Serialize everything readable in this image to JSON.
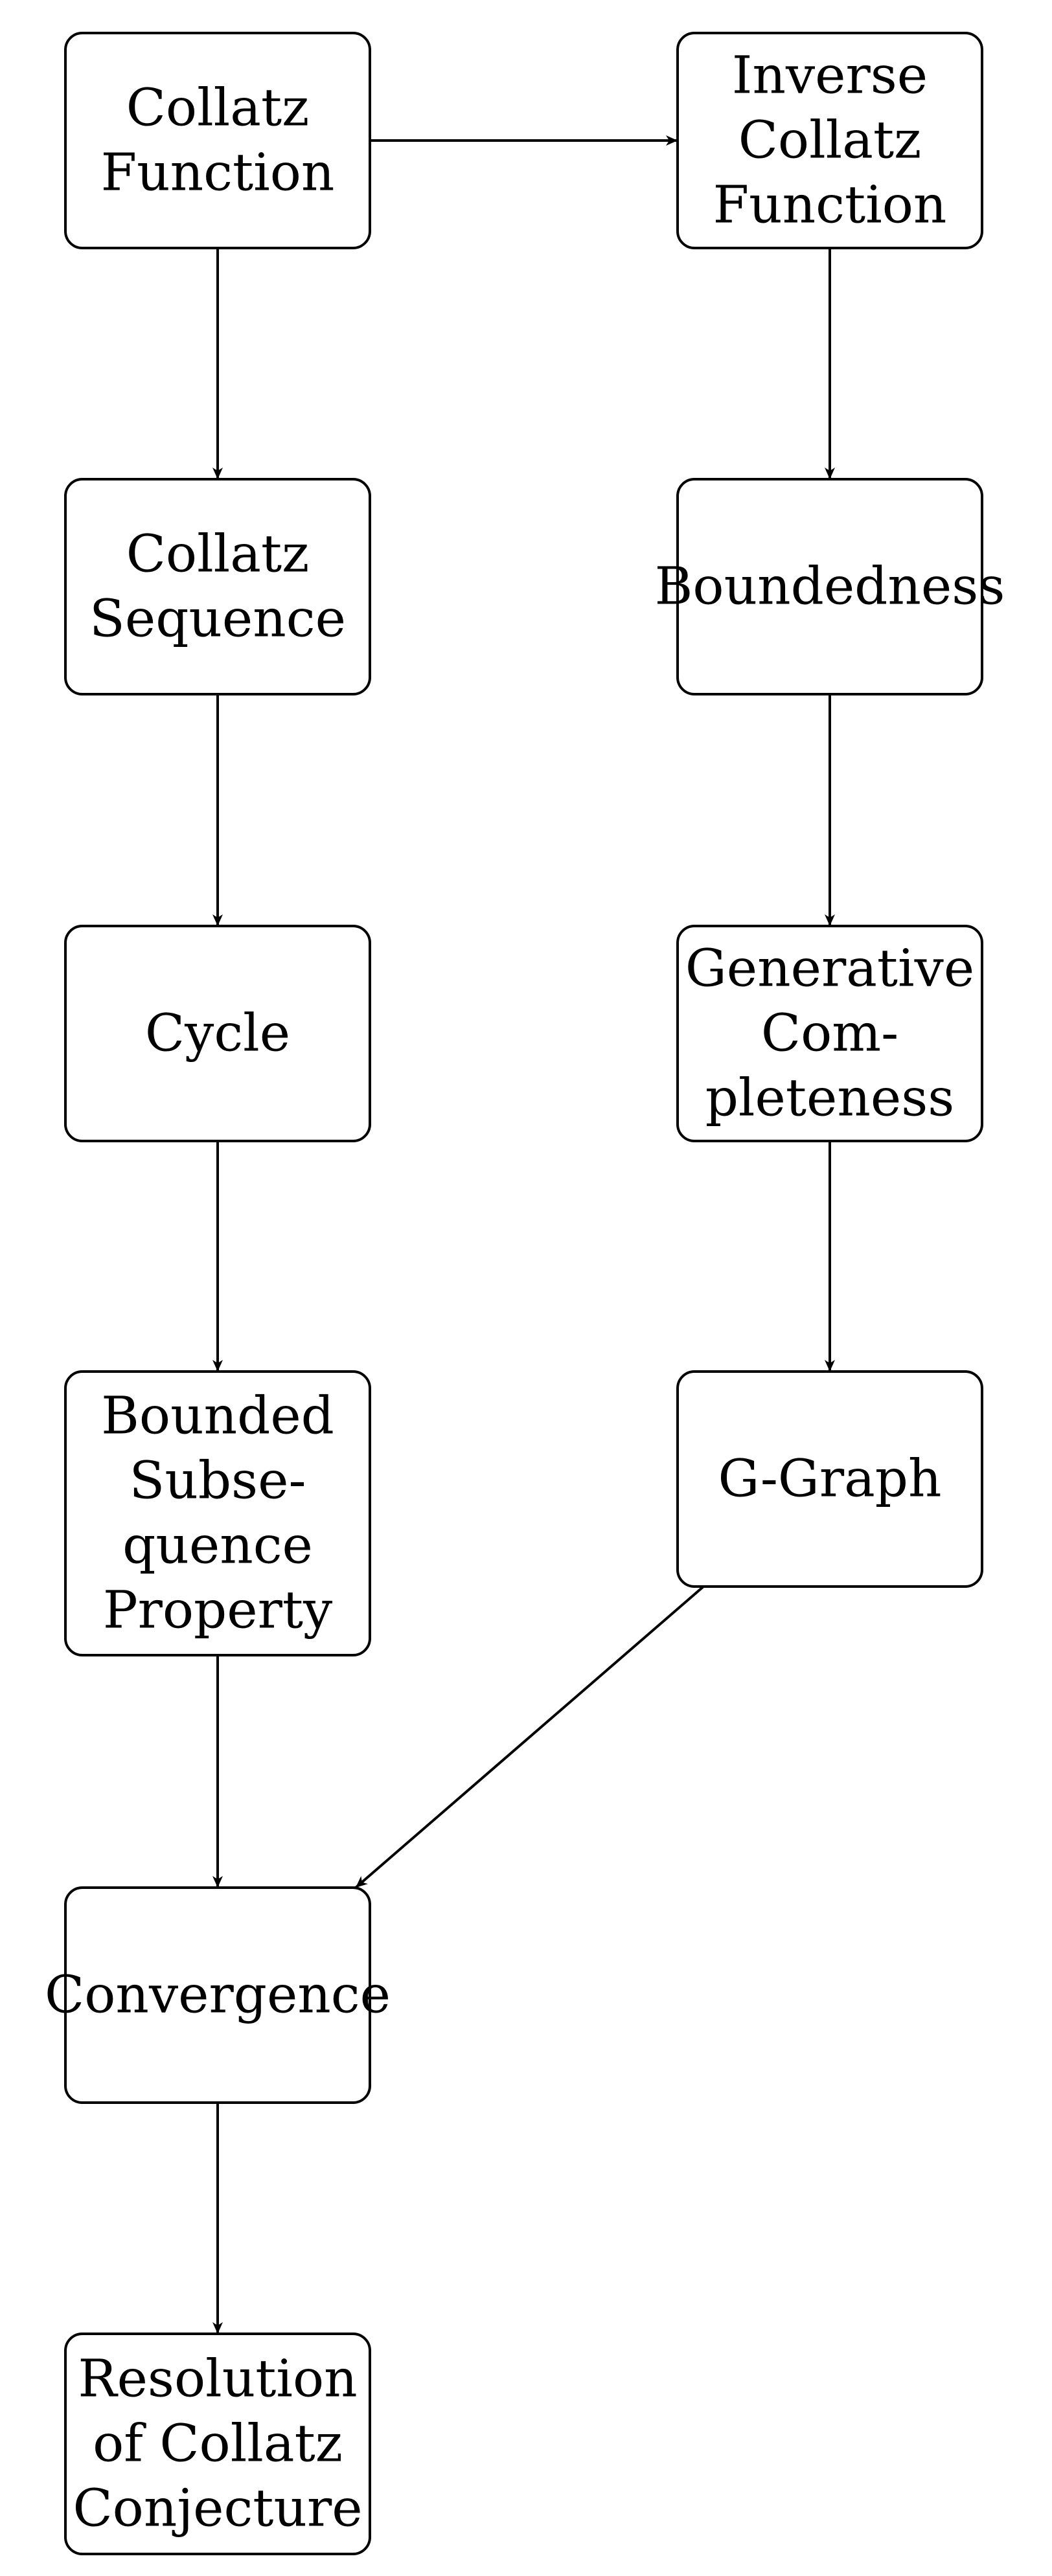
{
  "diagram": {
    "nodes": [
      {
        "id": "collatz-function",
        "lines": [
          "Collatz",
          "Function"
        ]
      },
      {
        "id": "inverse-collatz-function",
        "lines": [
          "Inverse",
          "Collatz",
          "Function"
        ]
      },
      {
        "id": "collatz-sequence",
        "lines": [
          "Collatz",
          "Sequence"
        ]
      },
      {
        "id": "boundedness",
        "lines": [
          "Boundedness"
        ]
      },
      {
        "id": "cycle",
        "lines": [
          "Cycle"
        ]
      },
      {
        "id": "generative-completeness",
        "lines": [
          "Generative",
          "Com-",
          "pleteness"
        ]
      },
      {
        "id": "bounded-subsequence-property",
        "lines": [
          "Bounded",
          "Subse-",
          "quence",
          "Property"
        ]
      },
      {
        "id": "g-graph",
        "lines": [
          "G-Graph"
        ]
      },
      {
        "id": "convergence",
        "lines": [
          "Convergence"
        ]
      },
      {
        "id": "resolution-of-collatz-conjecture",
        "lines": [
          "Resolution",
          "of Collatz",
          "Conjecture"
        ]
      }
    ],
    "edges": [
      {
        "from": "collatz-function",
        "to": "inverse-collatz-function"
      },
      {
        "from": "collatz-function",
        "to": "collatz-sequence"
      },
      {
        "from": "inverse-collatz-function",
        "to": "boundedness"
      },
      {
        "from": "collatz-sequence",
        "to": "cycle"
      },
      {
        "from": "boundedness",
        "to": "generative-completeness"
      },
      {
        "from": "cycle",
        "to": "bounded-subsequence-property"
      },
      {
        "from": "generative-completeness",
        "to": "g-graph"
      },
      {
        "from": "bounded-subsequence-property",
        "to": "convergence"
      },
      {
        "from": "g-graph",
        "to": "convergence"
      },
      {
        "from": "convergence",
        "to": "resolution-of-collatz-conjecture"
      }
    ]
  }
}
